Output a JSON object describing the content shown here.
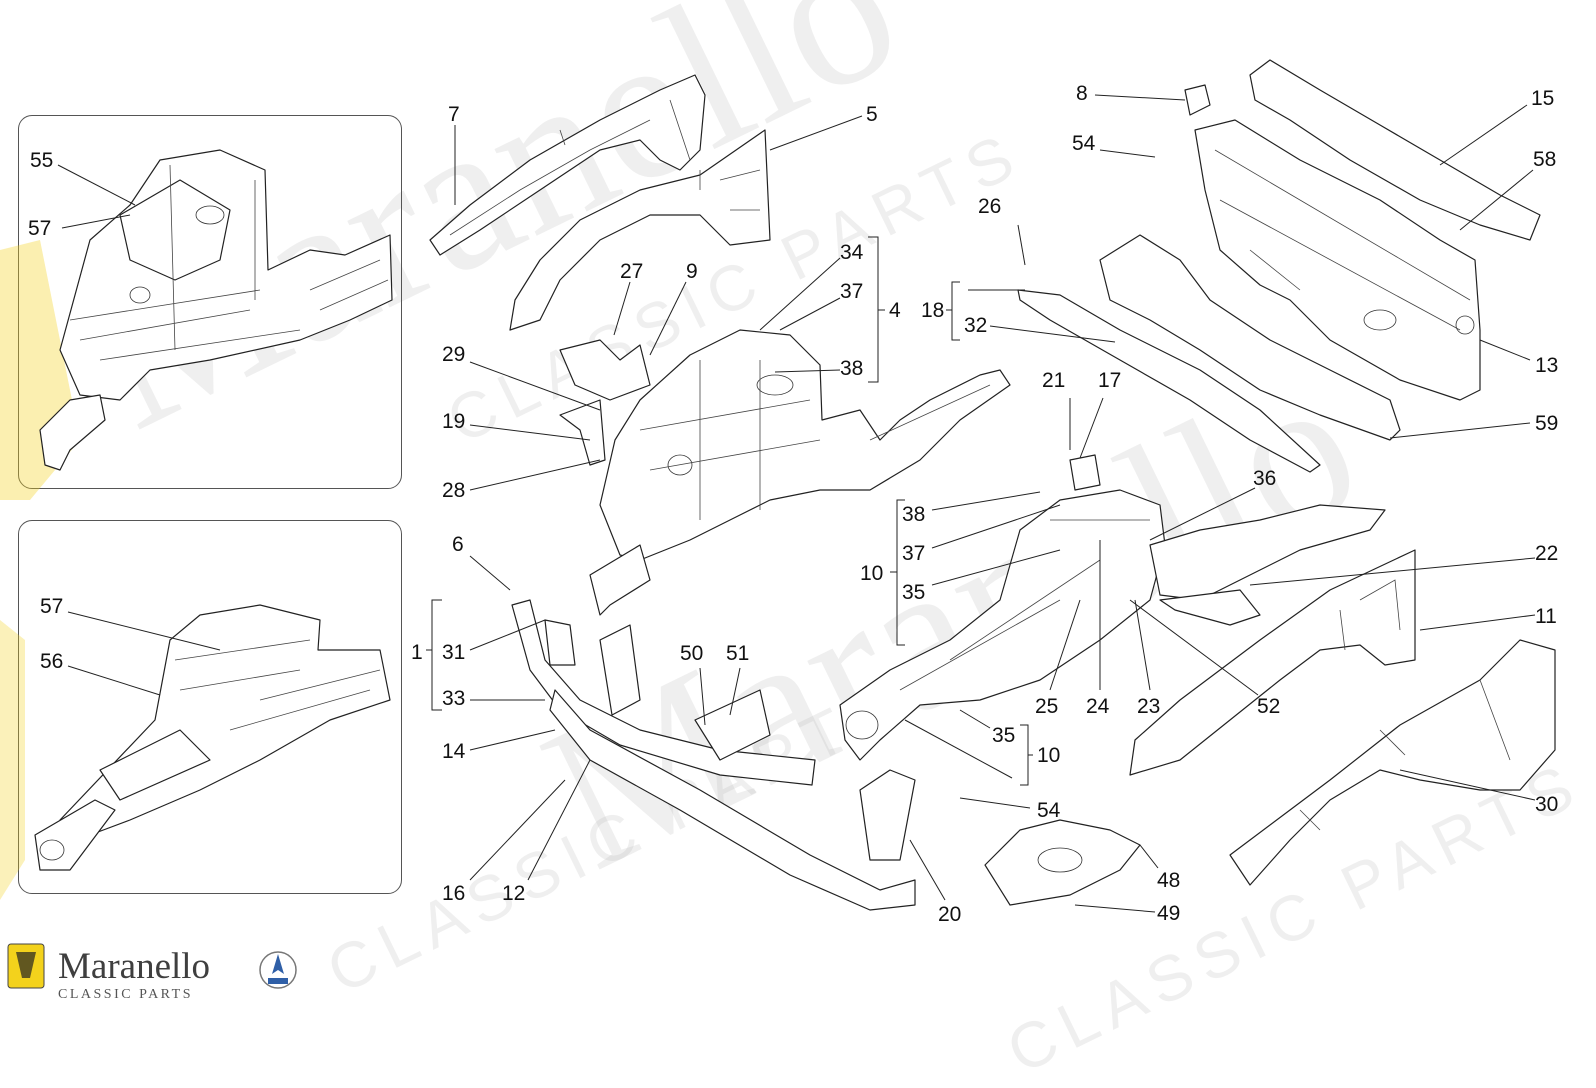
{
  "brand": {
    "name": "Maranello",
    "subtitle": "CLASSIC PARTS"
  },
  "watermark": {
    "text": "Maranello",
    "subtext": "CLASSIC PARTS"
  },
  "colors": {
    "line": "#222222",
    "background": "#ffffff",
    "watermark": "#b9b9b9",
    "ferrari_yellow": "#f3d21c"
  },
  "callouts": {
    "n55": "55",
    "n57a": "57",
    "n57b": "57",
    "n56": "56",
    "n7": "7",
    "n5": "5",
    "n27": "27",
    "n9": "9",
    "n34": "34",
    "n37a": "37",
    "n4": "4",
    "n38a": "38",
    "n29": "29",
    "n19": "19",
    "n28": "28",
    "n6": "6",
    "n1": "1",
    "n31": "31",
    "n33": "33",
    "n14": "14",
    "n50": "50",
    "n51": "51",
    "n16": "16",
    "n12": "12",
    "n20": "20",
    "n8": "8",
    "n54a": "54",
    "n15": "15",
    "n58": "58",
    "n26": "26",
    "n18": "18",
    "n32": "32",
    "n13": "13",
    "n59": "59",
    "n21": "21",
    "n17": "17",
    "n36": "36",
    "n38b": "38",
    "n37b": "37",
    "n10a": "10",
    "n35a": "35",
    "n22": "22",
    "n11": "11",
    "n25": "25",
    "n24": "24",
    "n23": "23",
    "n52": "52",
    "n35b": "35",
    "n10b": "10",
    "n54b": "54",
    "n30": "30",
    "n48": "48",
    "n49": "49"
  }
}
